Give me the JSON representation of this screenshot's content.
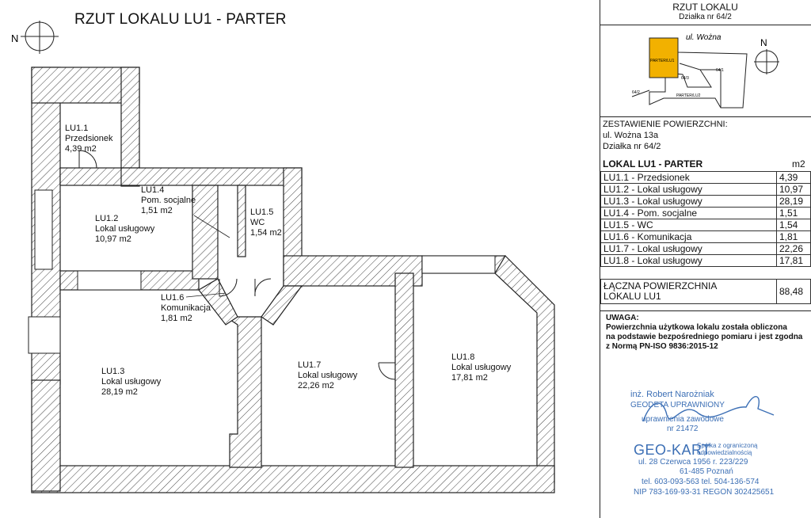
{
  "title": "RZUT LOKALU LU1 - PARTER",
  "compass_left_label": "N",
  "rooms": [
    {
      "code": "LU1.1",
      "name": "Przedsionek",
      "area": "4,39 m2"
    },
    {
      "code": "LU1.2",
      "name": "Lokal usługowy",
      "area": "10,97 m2"
    },
    {
      "code": "LU1.3",
      "name": "Lokal usługowy",
      "area": "28,19 m2"
    },
    {
      "code": "LU1.4",
      "name": "Pom. socjalne",
      "area": "1,51 m2"
    },
    {
      "code": "LU1.5",
      "name": "WC",
      "area": "1,54 m2"
    },
    {
      "code": "LU1.6",
      "name": "Komunikacja",
      "area": "1,81 m2"
    },
    {
      "code": "LU1.7",
      "name": "Lokal usługowy",
      "area": "22,26 m2"
    },
    {
      "code": "LU1.8",
      "name": "Lokal usługowy",
      "area": "17,81 m2"
    }
  ],
  "panel": {
    "header": "RZUT LOKALU",
    "subheader": "Działka nr 64/2",
    "map": {
      "street": "ul. Wożna",
      "north": "N",
      "labels": [
        "PARTER/LU1",
        "64/1",
        "64/3",
        "PARTER/LU2",
        "64/2"
      ],
      "highlight_color": "#f2b100"
    },
    "summary_title": "ZESTAWIENIE POWIERZCHNI:",
    "address": "ul. Wożna 13a",
    "plot": "Działka nr 64/2",
    "table_title": "LOKAL LU1 - PARTER",
    "unit": "m2",
    "rows": [
      {
        "label": "LU1.1 - Przedsionek",
        "value": "4,39"
      },
      {
        "label": "LU1.2 - Lokal usługowy",
        "value": "10,97"
      },
      {
        "label": "LU1.3 - Lokal usługowy",
        "value": "28,19"
      },
      {
        "label": "LU1.4 - Pom. socjalne",
        "value": "1,51"
      },
      {
        "label": "LU1.5 - WC",
        "value": "1,54"
      },
      {
        "label": "LU1.6 - Komunikacja",
        "value": "1,81"
      },
      {
        "label": "LU1.7 - Lokal usługowy",
        "value": "22,26"
      },
      {
        "label": "LU1.8 - Lokal usługowy",
        "value": "17,81"
      }
    ],
    "total_label_1": "ŁĄCZNA POWIERZCHNIA",
    "total_label_2": "LOKALU LU1",
    "total_value": "88,48",
    "note_title": "UWAGA:",
    "note_lines": [
      "Powierzchnia użytkowa lokalu została obliczona",
      "na podstawie bezpośredniego pomiaru i jest zgodna",
      "z Normą PN-ISO 9836:2015-12"
    ],
    "stamp": {
      "line1": "inż. Robert Narożniak",
      "line2": "GEODETA UPRAWNIONY",
      "line3": "uprawnienia zawodowe",
      "line4": "nr 21472",
      "company": "GEO-KART",
      "company_sub1": "Spółka z ograniczoną",
      "company_sub2": "odpowiedzialnością",
      "addr1": "ul. 28 Czerwca 1956 r. 223/229",
      "addr2": "61-485 Poznań",
      "tel": "tel. 603-093-563 tel. 504-136-574",
      "nip": "NIP 783-169-93-31 REGON 302425651",
      "color": "#3c6fb5"
    }
  }
}
